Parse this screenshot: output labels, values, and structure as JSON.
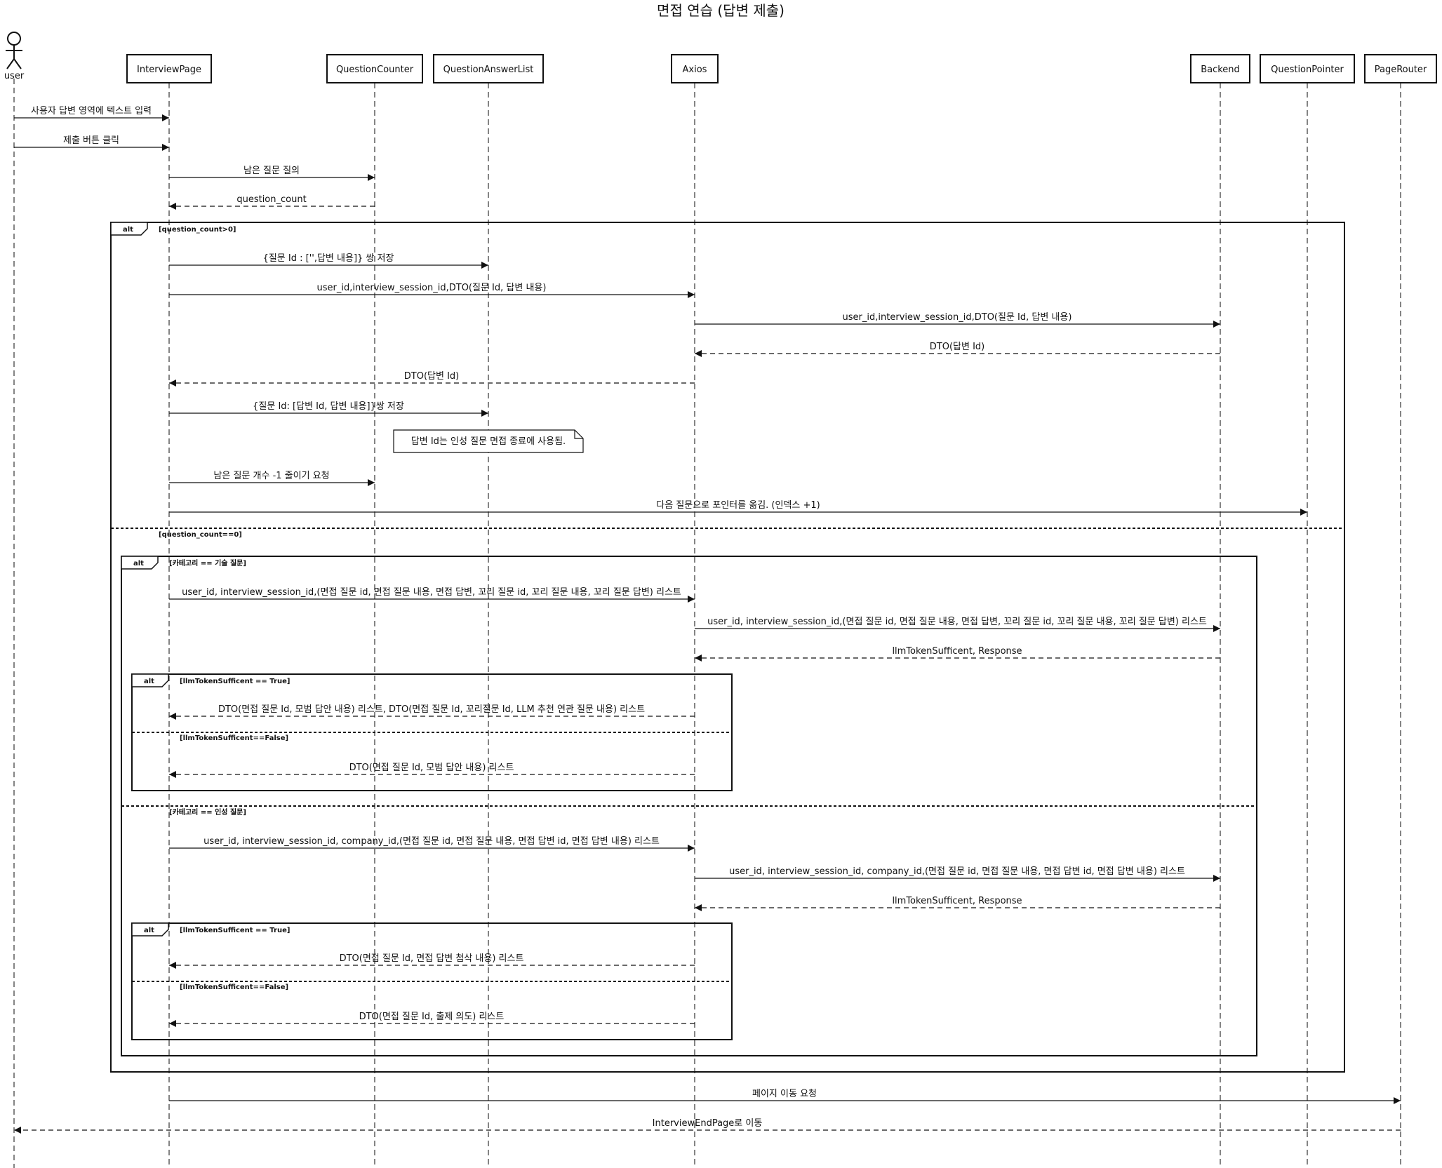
{
  "title": "면접 연습 (답변 제출)",
  "participants": {
    "user": "user",
    "interview_page": "InterviewPage",
    "question_counter": "QuestionCounter",
    "question_answer_list": "QuestionAnswerList",
    "axios": "Axios",
    "backend": "Backend",
    "question_pointer": "QuestionPointer",
    "page_router": "PageRouter"
  },
  "messages": {
    "m1": "사용자 답변 영역에 텍스트 입력",
    "m2": "제출 버튼 클릭",
    "m3": "남은 질문 질의",
    "m4": "question_count",
    "m5": "{질문 Id : ['',답변 내용]} 쌍 저장",
    "m6": "user_id,interview_session_id,DTO(질문 Id, 답변 내용)",
    "m7": "user_id,interview_session_id,DTO(질문 Id, 답변 내용)",
    "m8": "DTO(답변 Id)",
    "m9": "DTO(답변 Id)",
    "m10": "{질문 Id: [답변 Id, 답변 내용]}쌍 저장",
    "m11": "남은 질문 개수 -1 줄이기 요청",
    "m12": "다음 질문으로 포인터를 옮김. (인덱스 +1)",
    "m13": "user_id, interview_session_id,(면접 질문 id, 면접 질문 내용, 면접 답변, 꼬리 질문 id, 꼬리 질문 내용, 꼬리 질문 답변) 리스트",
    "m14": "user_id, interview_session_id,(면접 질문 id, 면접 질문 내용, 면접 답변, 꼬리 질문 id, 꼬리 질문 내용, 꼬리 질문 답변) 리스트",
    "m15": "llmTokenSufficent, Response",
    "m16": "DTO(면접 질문 Id, 모범 답안 내용) 리스트, DTO(면접 질문 Id, 꼬리질문 Id, LLM 추천 연관 질문 내용) 리스트",
    "m17": "DTO(면접 질문 Id, 모범 답안 내용) 리스트",
    "m18": "user_id, interview_session_id, company_id,(면접 질문 id, 면접 질문 내용, 면접 답변 id, 면접 답변 내용) 리스트",
    "m19": "user_id, interview_session_id, company_id,(면접 질문 id, 면접 질문 내용, 면접 답변 id, 면접 답변 내용) 리스트",
    "m20": "llmTokenSufficent, Response",
    "m21": "DTO(면접 질문 Id, 면접 답변 첨삭 내용) 리스트",
    "m22": "DTO(면접 질문 Id, 출제 의도) 리스트",
    "m23": "페이지 이동 요청",
    "m24": "InterviewEndPage로 이동"
  },
  "note": "답변 Id는 인성 질문 면접 종료에 사용됨.",
  "frames": {
    "tag": "alt",
    "outer_guard1": "[question_count>0]",
    "outer_guard2": "[question_count==0]",
    "category_guard1": "[카테고리 == 기술 질문]",
    "category_guard2": "[카테고리 == 인성 질문]",
    "token_guard_true": "[llmTokenSufficent == True]",
    "token_guard_false": "[llmTokenSufficent==False]"
  }
}
